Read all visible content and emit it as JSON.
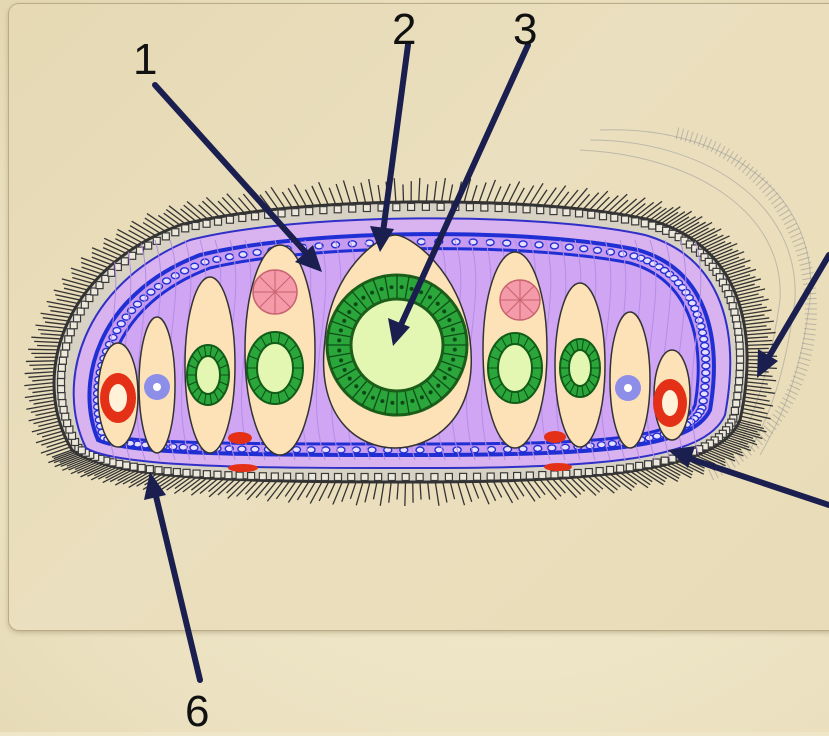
{
  "labels": [
    "1",
    "2",
    "3",
    "6"
  ],
  "colors": {
    "background": "#e9ddba",
    "arrow": "#1a1f4f",
    "inner_cavity": "#caa0ee",
    "cell_fill": "#fde2b8",
    "blue_membrane": "#1f2fd4",
    "green_cells": "#18a83a",
    "red_cells": "#e42a18",
    "pink_cells": "#f49aa6",
    "outer_wall": "#555555"
  }
}
